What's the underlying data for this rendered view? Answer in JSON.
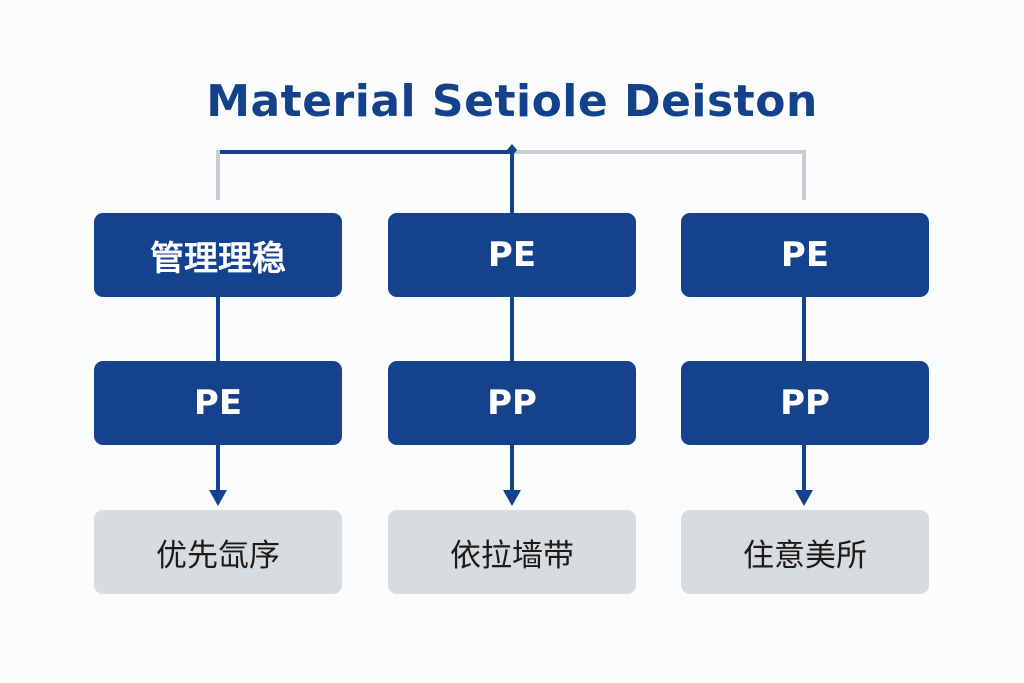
{
  "title": "Material Setiole Deiston",
  "columns": [
    {
      "top": "管理理稳",
      "middle": "PE",
      "bottom": "优先氙序"
    },
    {
      "top": "PE",
      "middle": "PP",
      "bottom": "依拉墙带"
    },
    {
      "top": "PE",
      "middle": "PP",
      "bottom": "住意美所"
    }
  ],
  "colors": {
    "primary": "#14428d",
    "muted_line": "#c8ccd1",
    "muted_box": "#d9dcdf"
  }
}
